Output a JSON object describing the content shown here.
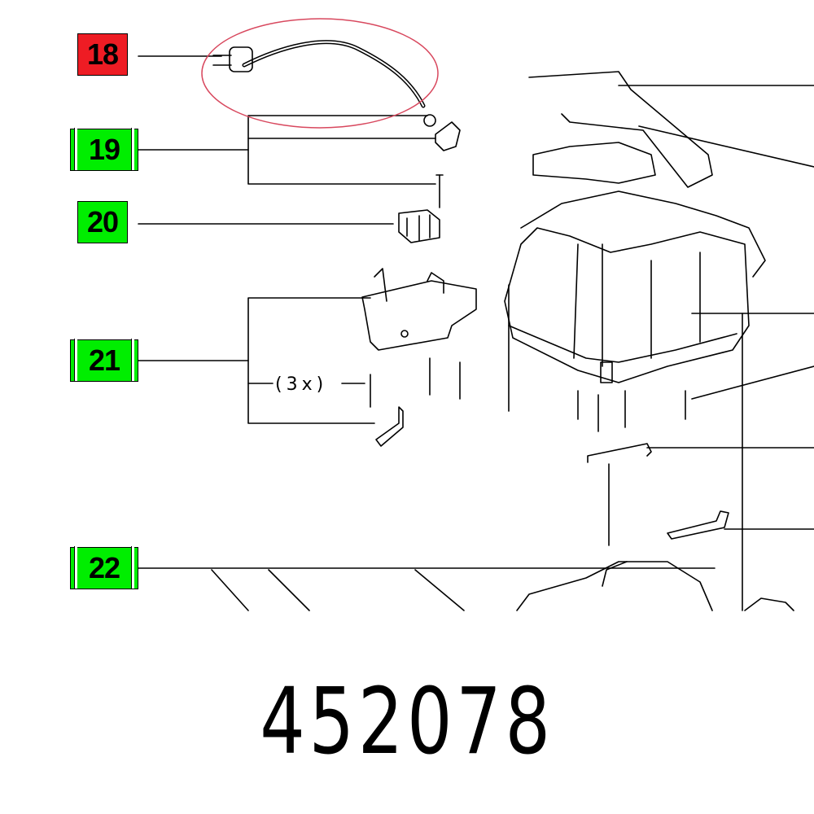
{
  "callouts": [
    {
      "label": "18",
      "status": "selected",
      "color": "#ee1c24"
    },
    {
      "label": "19",
      "status": "available",
      "color": "#00ee00"
    },
    {
      "label": "20",
      "status": "available",
      "color": "#00ee00"
    },
    {
      "label": "21",
      "status": "available",
      "color": "#00ee00"
    },
    {
      "label": "22",
      "status": "available",
      "color": "#00ee00"
    }
  ],
  "quantity_note": "(3x)",
  "part_number": "452078",
  "highlight_color": "#d8485e"
}
